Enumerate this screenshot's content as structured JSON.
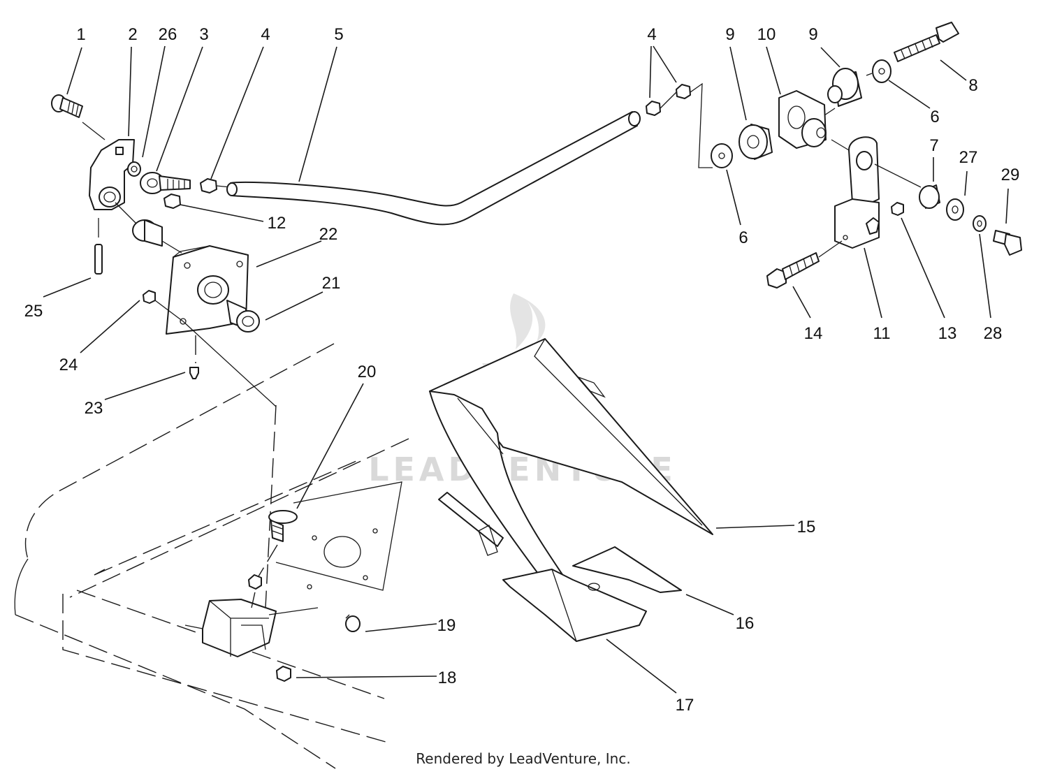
{
  "callouts": [
    {
      "id": "c1",
      "label": "1"
    },
    {
      "id": "c2",
      "label": "2"
    },
    {
      "id": "c26",
      "label": "26"
    },
    {
      "id": "c3",
      "label": "3"
    },
    {
      "id": "c4a",
      "label": "4"
    },
    {
      "id": "c5",
      "label": "5"
    },
    {
      "id": "c4b",
      "label": "4"
    },
    {
      "id": "c9a",
      "label": "9"
    },
    {
      "id": "c10",
      "label": "10"
    },
    {
      "id": "c9b",
      "label": "9"
    },
    {
      "id": "c8",
      "label": "8"
    },
    {
      "id": "c6a",
      "label": "6"
    },
    {
      "id": "c12",
      "label": "12"
    },
    {
      "id": "c22",
      "label": "22"
    },
    {
      "id": "c6b",
      "label": "6"
    },
    {
      "id": "c7",
      "label": "7"
    },
    {
      "id": "c27",
      "label": "27"
    },
    {
      "id": "c29",
      "label": "29"
    },
    {
      "id": "c21",
      "label": "21"
    },
    {
      "id": "c25",
      "label": "25"
    },
    {
      "id": "c24",
      "label": "24"
    },
    {
      "id": "c14",
      "label": "14"
    },
    {
      "id": "c11",
      "label": "11"
    },
    {
      "id": "c13",
      "label": "13"
    },
    {
      "id": "c28",
      "label": "28"
    },
    {
      "id": "c20",
      "label": "20"
    },
    {
      "id": "c23",
      "label": "23"
    },
    {
      "id": "c15",
      "label": "15"
    },
    {
      "id": "c16",
      "label": "16"
    },
    {
      "id": "c19",
      "label": "19"
    },
    {
      "id": "c18",
      "label": "18"
    },
    {
      "id": "c17",
      "label": "17"
    }
  ],
  "watermark": {
    "text": "LEADVENTURE"
  },
  "footer": {
    "text": "Rendered by LeadVenture, Inc."
  }
}
